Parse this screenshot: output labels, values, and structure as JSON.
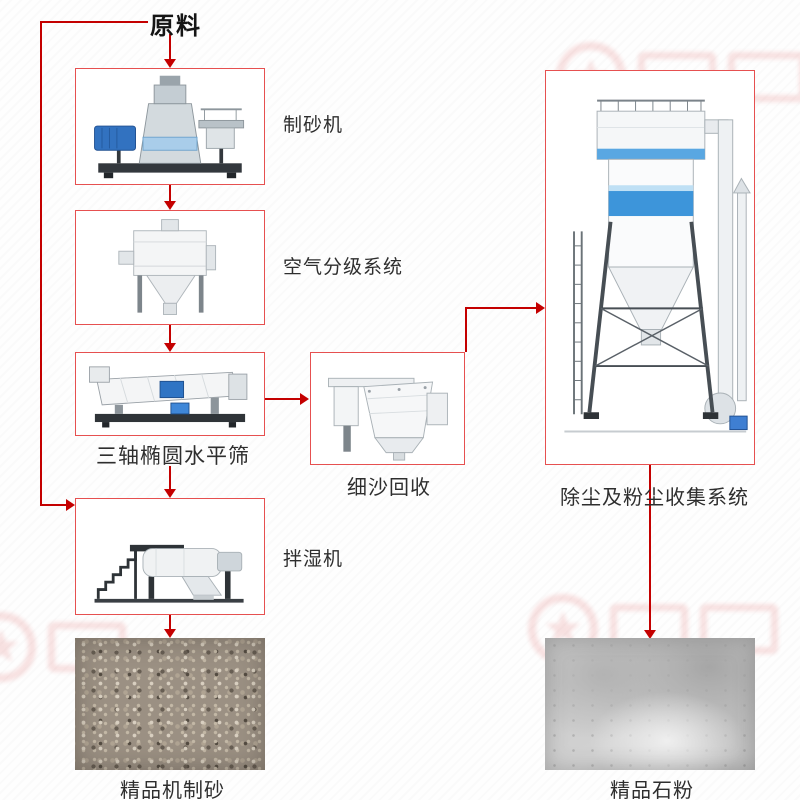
{
  "colors": {
    "accent_red": "#c40000",
    "box_border_red": "#e65050"
  },
  "flow": {
    "source_label": "原料",
    "labels": {
      "sand_maker": "制砂机",
      "air_classifier": "空气分级系统",
      "triaxial_screen": "三轴椭圆水平筛",
      "fine_sand_recovery": "细沙回收",
      "wet_mixer": "拌湿机",
      "dust_collection": "除尘及粉尘收集系统",
      "finished_sand": "精品机制砂",
      "finished_powder": "精品石粉"
    }
  }
}
